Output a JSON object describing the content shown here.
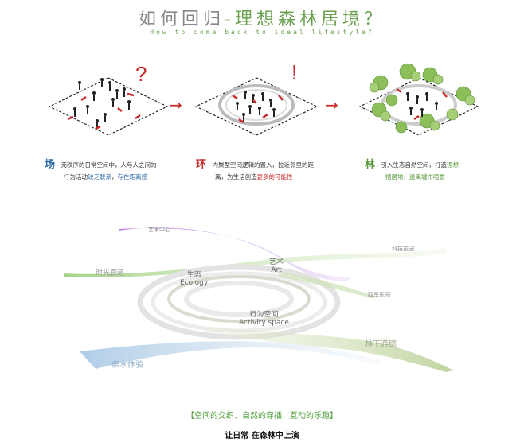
{
  "title": {
    "part1": "如何回归",
    "dash": "-",
    "part2": "理想森林居境？"
  },
  "subtitle": "How to come back to ideal lifestyle?",
  "stages": [
    {
      "mark": "?",
      "key": "场",
      "dash": "-",
      "line1": "无秩序的日常空间中，人与人之间的",
      "line2_plain": "行为活动",
      "line2_hl1": "缺乏联系",
      "line2_sep": "，",
      "line2_hl2": "存在距离感"
    },
    {
      "mark": "!",
      "key": "环",
      "dash": "-",
      "line1": "内聚型空间逻辑的置入，拉近邻里的距",
      "line2_plain": "离，为生活创造",
      "line2_hl": "更多的可能性"
    },
    {
      "key": "林",
      "dash": "-",
      "line1_plain": "引入生态自然空间，打造",
      "line1_hl": "理想",
      "line2_hl": "栖居地，逃离城市喧嚣"
    }
  ],
  "arrows": [
    "→",
    "→"
  ],
  "flow_labels": {
    "art_center": "艺术中心",
    "light_corridor": "时光廊道",
    "ecology_cn": "生态",
    "ecology_en": "Ecology",
    "art_cn": "艺术",
    "art_en": "Art",
    "activity_cn": "行为空间",
    "activity_en": "Activity space",
    "science_garden": "科技花园",
    "four_season": "四季乐园",
    "water": "亲水体验",
    "forest_walk": "林下游廊"
  },
  "footer": {
    "line1": "【空间的交织、自然的穿插、互动的乐趣】",
    "line2": "让日常   在森林中上演"
  },
  "colors": {
    "blue": "#2f6ca8",
    "red": "#c92a2a",
    "green": "#5a9a3c",
    "purple": "#b77ae0",
    "lightgreen": "#cfe2b8",
    "lightblue": "#c7dcec"
  }
}
